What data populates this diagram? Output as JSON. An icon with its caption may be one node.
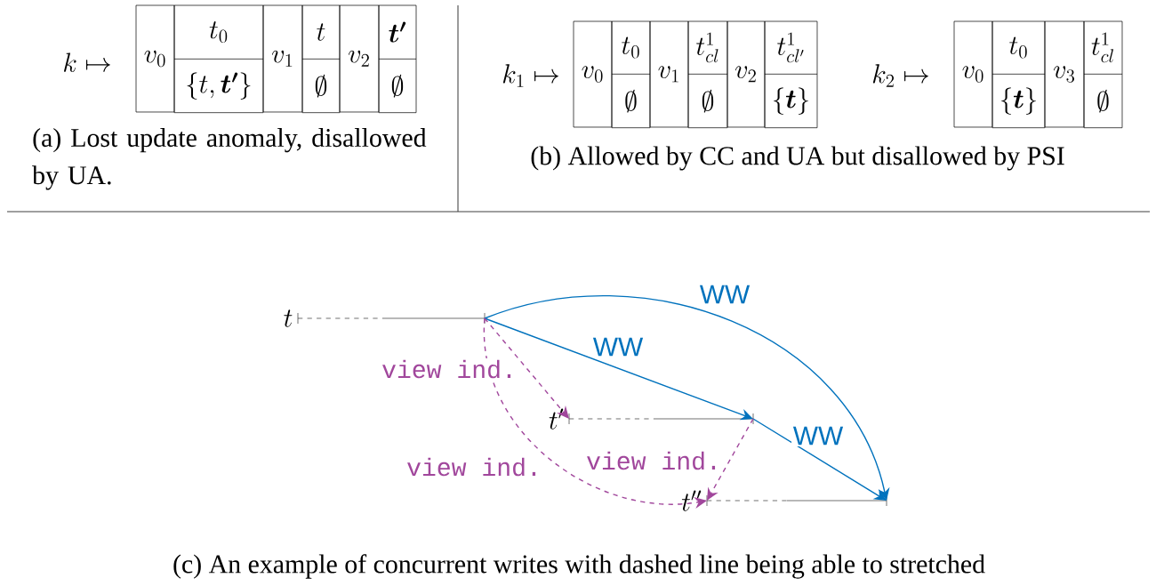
{
  "diagram": {
    "nodes": [
      {
        "text": [
          "v_0"
        ]
      },
      {
        "text": [
          "t_0",
          "\\{t,\\boldsymbol{t'}\\}"
        ]
      },
      {
        "text": [
          "v_1"
        ]
      },
      {
        "text": [
          "t",
          "\\emptyset"
        ]
      },
      {
        "text": [
          "v_2"
        ]
      },
      {
        "text": [
          "\\boldsymbol{t'}",
          "\\emptyset"
        ]
      },
      {
        "text": [
          "v_0"
        ]
      },
      {
        "text": [
          "t_0",
          "\\emptyset"
        ]
      },
      {
        "text": [
          "v_1"
        ]
      },
      {
        "text": [
          "t^1_{cl}",
          "\\emptyset"
        ]
      },
      {
        "text": [
          "v_2"
        ]
      },
      {
        "text": [
          "t^1_{cl'}",
          "\\{\\boldsymbol{t}\\}"
        ]
      },
      {
        "text": [
          "v_0"
        ]
      },
      {
        "text": [
          "t_0",
          "\\{\\boldsymbol{t}\\}"
        ]
      },
      {
        "text": [
          "v_3"
        ]
      },
      {
        "text": [
          "t^1_{cl}",
          "\\emptyset"
        ]
      },
      {
        "text": [
          "t"
        ]
      },
      {
        "text": [
          "t'"
        ]
      },
      {
        "text": [
          "t''"
        ]
      }
    ],
    "edges": [
      {
        "from": 16,
        "to": 17,
        "arrow": "to",
        "label": "WW",
        "color": "#0072bd"
      },
      {
        "from": 16,
        "to": 18,
        "arrow": "to",
        "label": "WW",
        "color": "#0072bd"
      },
      {
        "from": 17,
        "to": 18,
        "arrow": "to",
        "label": "WW",
        "color": "#0072bd"
      },
      {
        "from": 16,
        "to": 17,
        "arrow": "to",
        "label": "view ind.",
        "style": "dashed",
        "color": "#a1479c"
      },
      {
        "from": 16,
        "to": 18,
        "arrow": "to",
        "label": "view ind.",
        "style": "dashed",
        "color": "#a1479c"
      },
      {
        "from": 17,
        "to": 18,
        "arrow": "to",
        "label": "view ind.",
        "style": "dashed",
        "color": "#a1479c"
      }
    ],
    "labels": [
      "k \\mapsto",
      "(a) Lost update anomaly, disallowed by UA.",
      "k_1 \\mapsto",
      "k_2 \\mapsto",
      "(b) Allowed by CC and UA but disallowed by PSI",
      "(c) An example of concurrent writes with dashed line being able to stretched"
    ]
  }
}
